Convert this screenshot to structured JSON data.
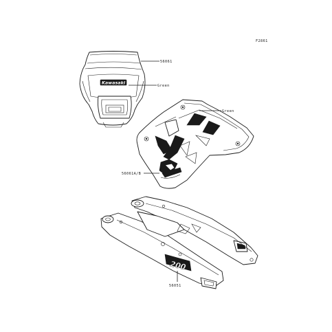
{
  "figure_code": "F2861",
  "headlight_cover": {
    "part_number": "56061",
    "logo_text": "Kawasaki",
    "color_label": "Green"
  },
  "side_cover": {
    "color_label": "Green",
    "part_number": "56061A/B"
  },
  "swingarm": {
    "part_number": "56051",
    "decal_text": "200"
  }
}
